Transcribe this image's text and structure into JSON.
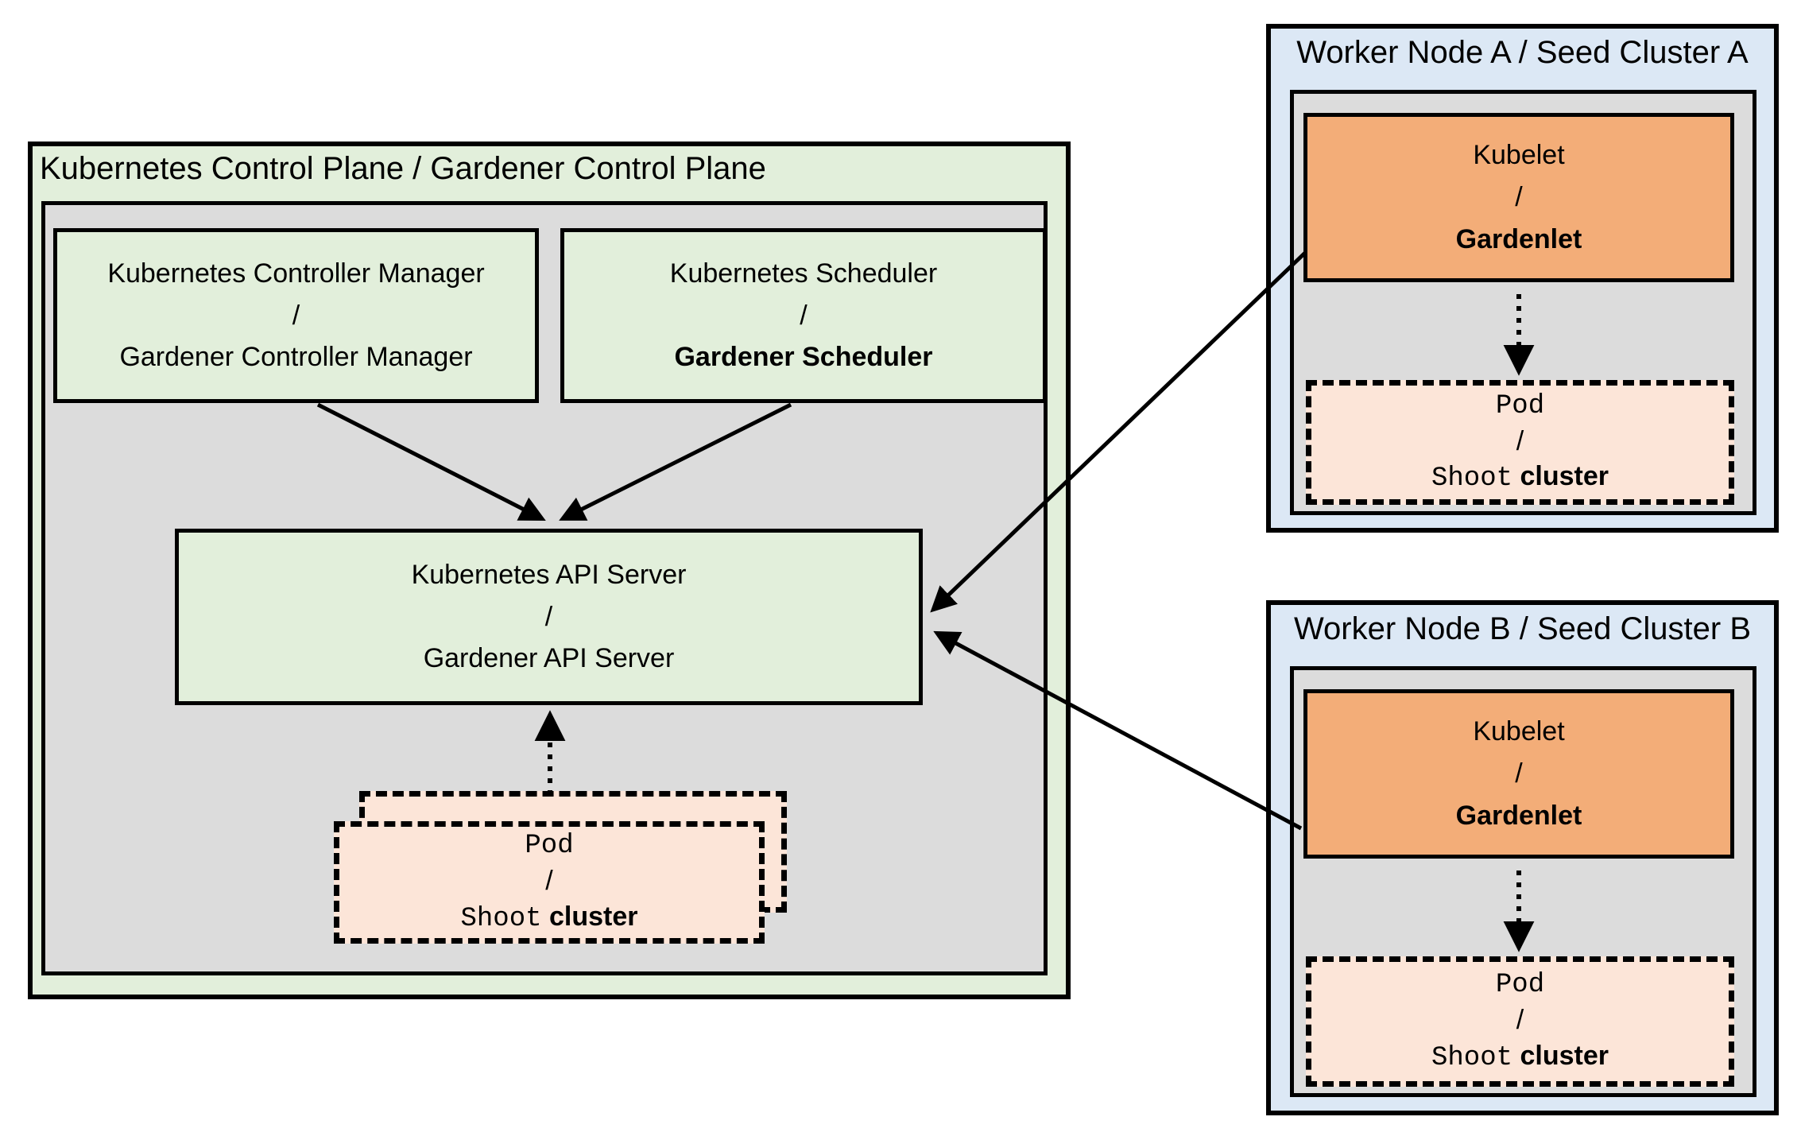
{
  "colors": {
    "light_green": "#e2efdb",
    "light_gray": "#dcdcdc",
    "light_blue": "#dce8f5",
    "orange": "#f3ad78",
    "peach": "#fce5d8",
    "line": "#000000"
  },
  "control_plane": {
    "title": "Kubernetes Control Plane / Gardener Control Plane",
    "controller_manager": {
      "line1": "Kubernetes Controller Manager",
      "slash": "/",
      "line2": "Gardener Controller Manager"
    },
    "scheduler": {
      "line1": "Kubernetes Scheduler",
      "slash": "/",
      "line2": "Gardener Scheduler"
    },
    "api_server": {
      "line1": "Kubernetes API Server",
      "slash": "/",
      "line2": "Gardener API Server"
    },
    "pod": {
      "line1": "Pod",
      "slash": "/",
      "shoot": "Shoot",
      "cluster": "cluster"
    }
  },
  "worker_node_a": {
    "title": "Worker Node A / Seed Cluster A",
    "kubelet": {
      "line1": "Kubelet",
      "slash": "/",
      "line2": "Gardenlet"
    },
    "pod": {
      "line1": "Pod",
      "slash": "/",
      "shoot": "Shoot",
      "cluster": "cluster"
    }
  },
  "worker_node_b": {
    "title": "Worker Node B / Seed Cluster B",
    "kubelet": {
      "line1": "Kubelet",
      "slash": "/",
      "line2": "Gardenlet"
    },
    "pod": {
      "line1": "Pod",
      "slash": "/",
      "shoot": "Shoot",
      "cluster": "cluster"
    }
  }
}
